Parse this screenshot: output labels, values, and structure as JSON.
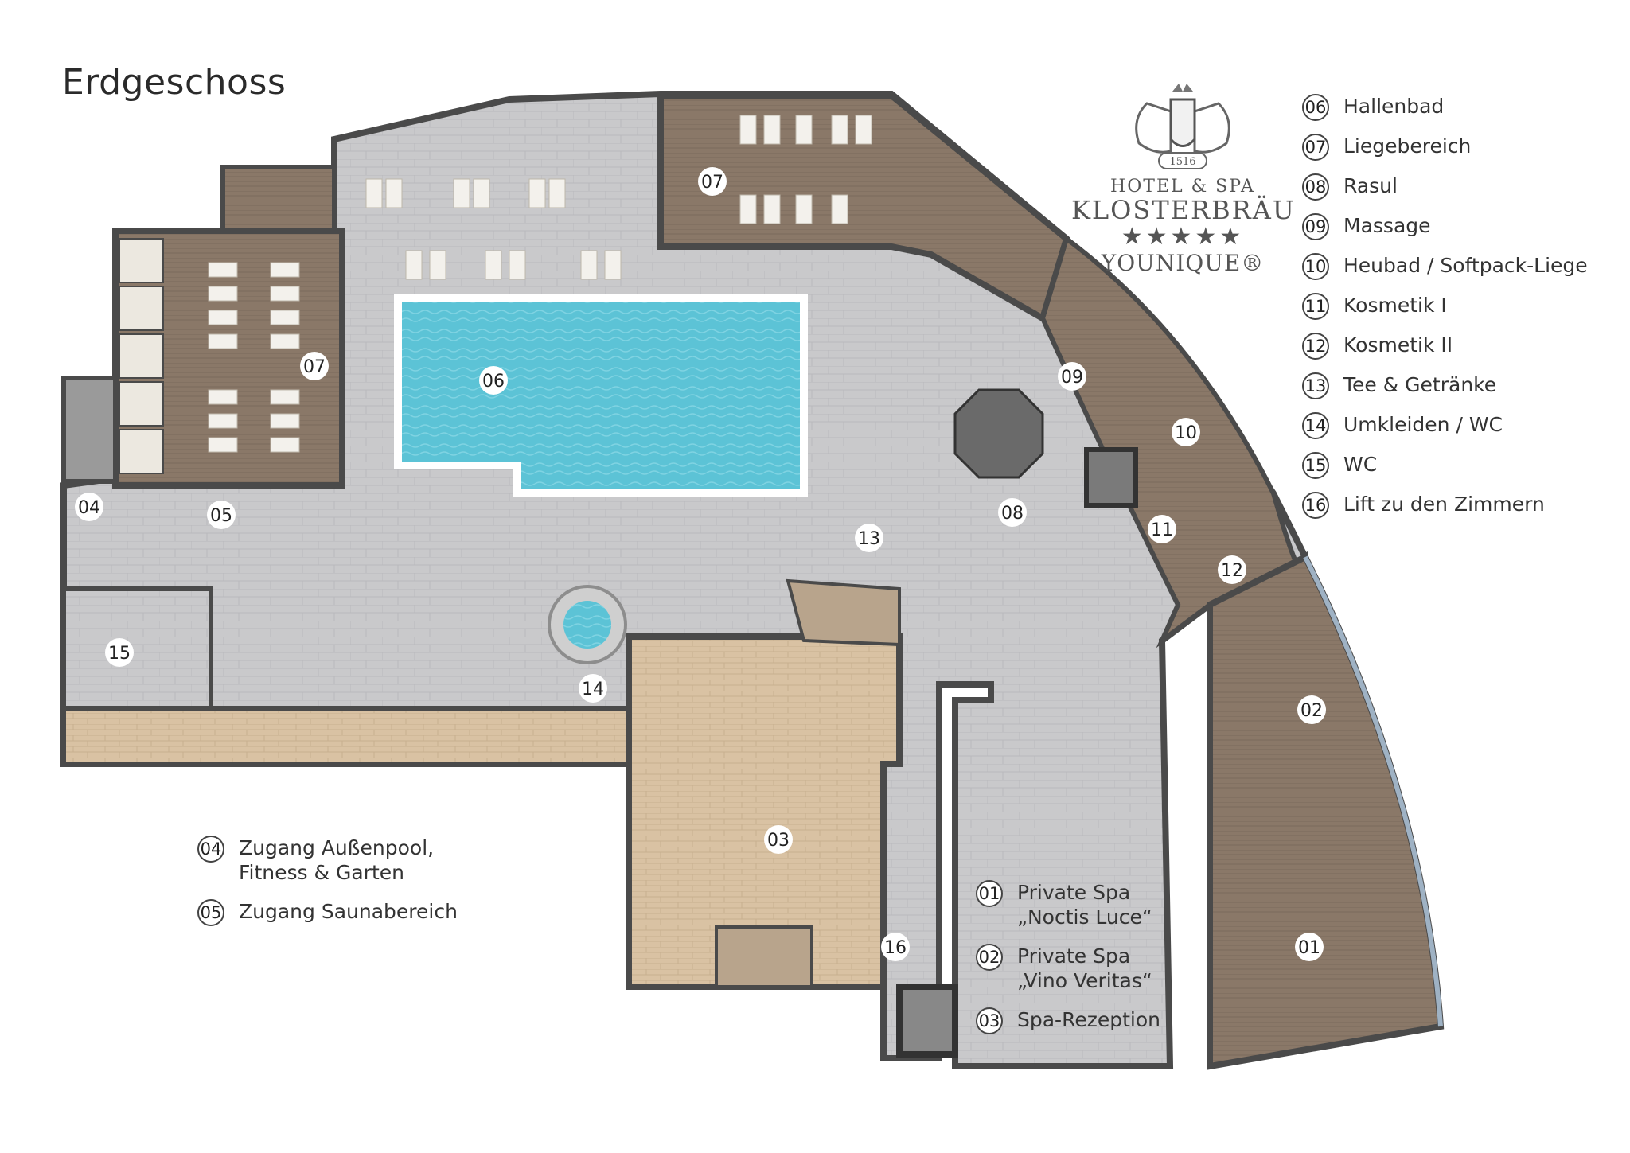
{
  "title": "Erdgeschoss",
  "logo": {
    "line1": "HOTEL & SPA",
    "line2": "KLOSTERBRÄU",
    "stars": "★★★★★",
    "line3": "YOUNIQUE®",
    "crest_year": "1516"
  },
  "legend_right": [
    {
      "num": "06",
      "label": "Hallenbad"
    },
    {
      "num": "07",
      "label": "Liegebereich"
    },
    {
      "num": "08",
      "label": "Rasul"
    },
    {
      "num": "09",
      "label": "Massage"
    },
    {
      "num": "10",
      "label": "Heubad / Softpack-Liege"
    },
    {
      "num": "11",
      "label": "Kosmetik I"
    },
    {
      "num": "12",
      "label": "Kosmetik II"
    },
    {
      "num": "13",
      "label": "Tee & Getränke"
    },
    {
      "num": "14",
      "label": "Umkleiden / WC"
    },
    {
      "num": "15",
      "label": "WC"
    },
    {
      "num": "16",
      "label": "Lift zu den Zimmern"
    }
  ],
  "legend_left": [
    {
      "num": "04",
      "line1": "Zugang Außenpool,",
      "line2": "Fitness & Garten"
    },
    {
      "num": "05",
      "line1": "Zugang Saunabereich",
      "line2": ""
    }
  ],
  "legend_bottom": [
    {
      "num": "01",
      "line1": "Private Spa",
      "line2": "„Noctis Luce“"
    },
    {
      "num": "02",
      "line1": "Private Spa",
      "line2": "„Vino Veritas“"
    },
    {
      "num": "03",
      "line1": "Spa-Rezeption",
      "line2": ""
    }
  ],
  "map_labels": {
    "r01": "01",
    "r02": "02",
    "r03": "03",
    "r04": "04",
    "r05": "05",
    "r06": "06",
    "r07a": "07",
    "r07b": "07",
    "r08": "08",
    "r09": "09",
    "r10": "10",
    "r11": "11",
    "r12": "12",
    "r13": "13",
    "r14": "14",
    "r15": "15",
    "r16": "16"
  },
  "colors": {
    "wall": "#4a4a4a",
    "stone_floor": "#c9c9cb",
    "wood_dark": "#8a7868",
    "wood_light": "#d9c2a3",
    "pool": "#5cc3d6"
  }
}
